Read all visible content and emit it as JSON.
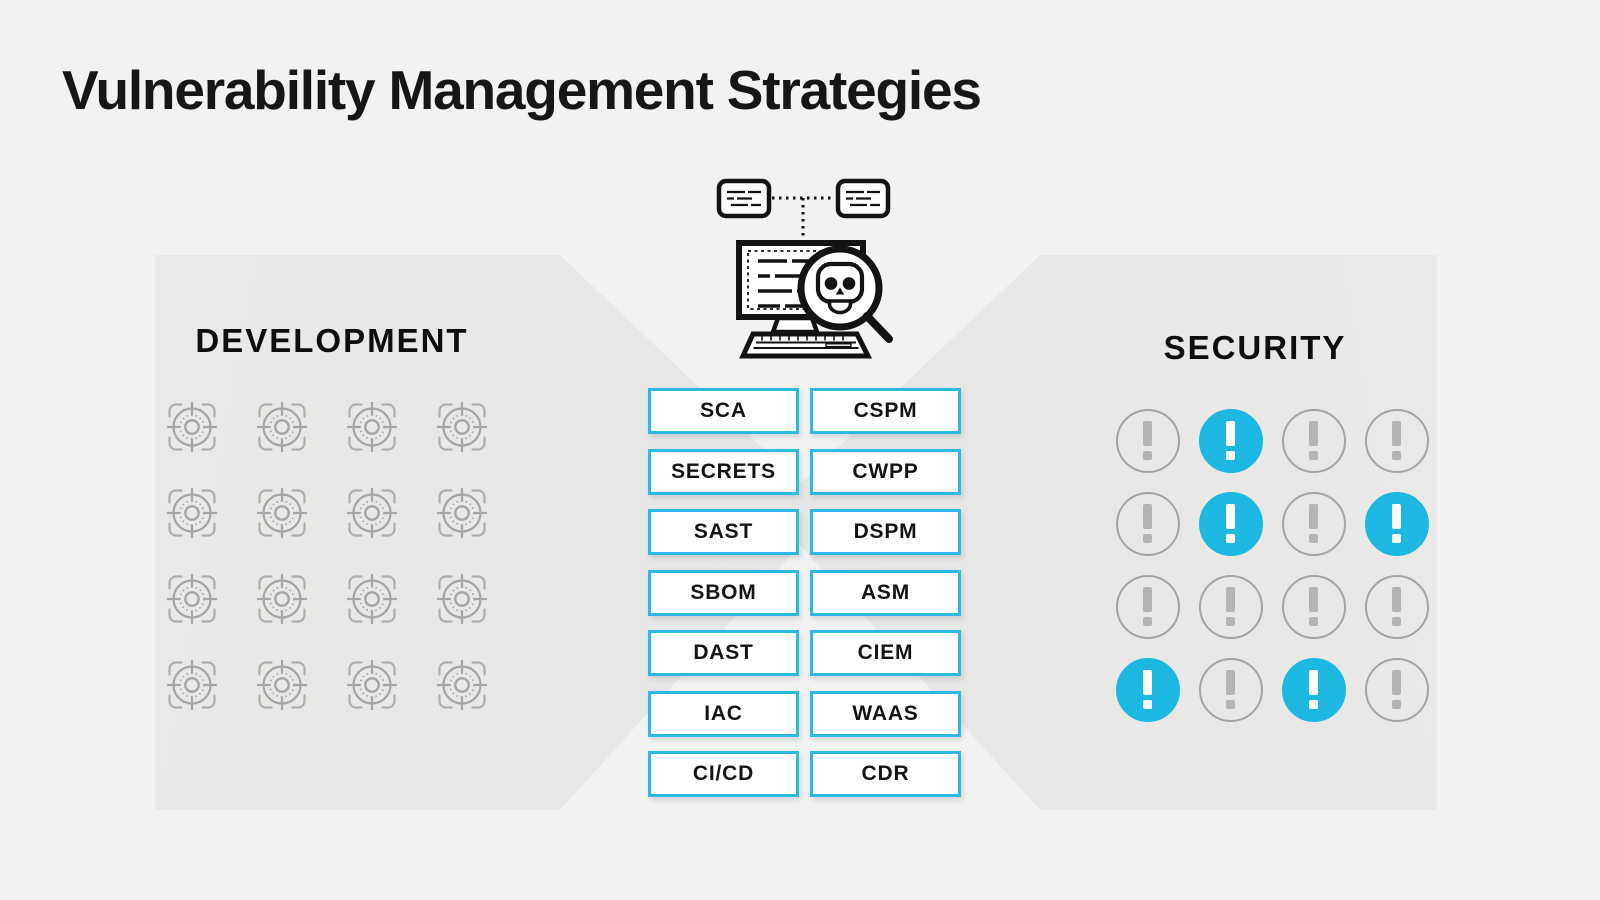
{
  "title": "Vulnerability Management Strategies",
  "sections": {
    "development": {
      "label": "DEVELOPMENT",
      "grid": {
        "rows": 4,
        "cols": 4,
        "icon": "target-crosshair-icon"
      }
    },
    "security": {
      "label": "SECURITY",
      "icon": "exclamation-alert-icon",
      "alert_glyph": "!",
      "grid": [
        [
          0,
          1,
          0,
          0
        ],
        [
          0,
          1,
          0,
          1
        ],
        [
          0,
          0,
          0,
          0
        ],
        [
          1,
          0,
          1,
          0
        ]
      ]
    }
  },
  "strategies": {
    "left_column": [
      "SCA",
      "SECRETS",
      "SAST",
      "SBOM",
      "DAST",
      "IAC",
      "CI/CD"
    ],
    "right_column": [
      "CSPM",
      "CWPP",
      "DSPM",
      "ASM",
      "CIEM",
      "WAAS",
      "CDR"
    ]
  },
  "illustration": {
    "name": "malware-scan-computer",
    "parts": [
      "file-card-icon",
      "file-card-icon",
      "dotted-connector",
      "monitor-code-icon",
      "keyboard-icon",
      "magnifier-skull-icon"
    ]
  },
  "colors": {
    "background": "#f2f2f0",
    "panel_gray": "#e4e4e2",
    "accent_cyan": "#1cb8e2",
    "box_border_cyan": "#2bbae3",
    "ink_black": "#141414",
    "icon_gray": "#a3a3a3",
    "alert_gray": "#b4b4b4"
  }
}
